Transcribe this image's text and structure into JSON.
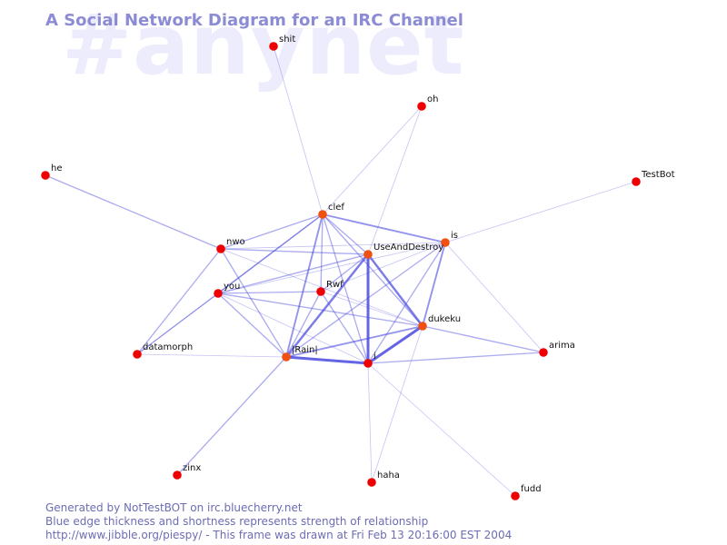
{
  "watermark": "#anynet",
  "title": "A Social Network Diagram for an IRC Channel",
  "footer": {
    "line1": "Generated by NotTestBOT on irc.bluecherry.net",
    "line2": "Blue edge thickness and shortness represents strength of relationship",
    "line3": "http://www.jibble.org/piespy/ - This frame was drawn at Fri Feb 13 20:16:00 EST 2004"
  },
  "colors": {
    "node_red": "#ee0000",
    "node_orange": "#f05010",
    "edge": "#4646e0"
  },
  "nodes": [
    {
      "id": "shit",
      "label": "shit"
    },
    {
      "id": "oh",
      "label": "oh"
    },
    {
      "id": "he",
      "label": "he"
    },
    {
      "id": "TestBot",
      "label": "TestBot"
    },
    {
      "id": "clef",
      "label": "clef"
    },
    {
      "id": "is",
      "label": "is"
    },
    {
      "id": "nwo",
      "label": "nwo"
    },
    {
      "id": "UseAndDestroy",
      "label": "UseAndDestroy"
    },
    {
      "id": "you",
      "label": "you"
    },
    {
      "id": "Rwf",
      "label": "Rwf"
    },
    {
      "id": "dukeku",
      "label": "dukeku"
    },
    {
      "id": "datamorph",
      "label": "datamorph"
    },
    {
      "id": "Rainl",
      "label": "|Rain|"
    },
    {
      "id": "i",
      "label": "i"
    },
    {
      "id": "arima",
      "label": "arima"
    },
    {
      "id": "zinx",
      "label": "zinx"
    },
    {
      "id": "haha",
      "label": "haha"
    },
    {
      "id": "fudd",
      "label": "fudd"
    }
  ],
  "edges": [
    {
      "from": "shit",
      "to": "clef",
      "strength": 1
    },
    {
      "from": "oh",
      "to": "clef",
      "strength": 1
    },
    {
      "from": "oh",
      "to": "UseAndDestroy",
      "strength": 1
    },
    {
      "from": "he",
      "to": "nwo",
      "strength": 2
    },
    {
      "from": "TestBot",
      "to": "is",
      "strength": 1
    },
    {
      "from": "clef",
      "to": "is",
      "strength": 3
    },
    {
      "from": "clef",
      "to": "nwo",
      "strength": 2
    },
    {
      "from": "clef",
      "to": "UseAndDestroy",
      "strength": 2
    },
    {
      "from": "clef",
      "to": "you",
      "strength": 2
    },
    {
      "from": "clef",
      "to": "Rwf",
      "strength": 2
    },
    {
      "from": "clef",
      "to": "dukeku",
      "strength": 2
    },
    {
      "from": "clef",
      "to": "Rainl",
      "strength": 3
    },
    {
      "from": "clef",
      "to": "i",
      "strength": 2
    },
    {
      "from": "clef",
      "to": "datamorph",
      "strength": 2
    },
    {
      "from": "is",
      "to": "nwo",
      "strength": 1
    },
    {
      "from": "is",
      "to": "you",
      "strength": 1
    },
    {
      "from": "is",
      "to": "dukeku",
      "strength": 3
    },
    {
      "from": "is",
      "to": "Rainl",
      "strength": 2
    },
    {
      "from": "is",
      "to": "i",
      "strength": 2
    },
    {
      "from": "is",
      "to": "arima",
      "strength": 1
    },
    {
      "from": "is",
      "to": "Rwf",
      "strength": 1
    },
    {
      "from": "nwo",
      "to": "UseAndDestroy",
      "strength": 2
    },
    {
      "from": "nwo",
      "to": "Rainl",
      "strength": 2
    },
    {
      "from": "nwo",
      "to": "datamorph",
      "strength": 2
    },
    {
      "from": "nwo",
      "to": "dukeku",
      "strength": 1
    },
    {
      "from": "UseAndDestroy",
      "to": "you",
      "strength": 2
    },
    {
      "from": "UseAndDestroy",
      "to": "Rwf",
      "strength": 2
    },
    {
      "from": "UseAndDestroy",
      "to": "dukeku",
      "strength": 4
    },
    {
      "from": "UseAndDestroy",
      "to": "Rainl",
      "strength": 4
    },
    {
      "from": "UseAndDestroy",
      "to": "i",
      "strength": 5
    },
    {
      "from": "you",
      "to": "Rwf",
      "strength": 2
    },
    {
      "from": "you",
      "to": "dukeku",
      "strength": 2
    },
    {
      "from": "you",
      "to": "Rainl",
      "strength": 2
    },
    {
      "from": "you",
      "to": "datamorph",
      "strength": 1
    },
    {
      "from": "you",
      "to": "i",
      "strength": 1
    },
    {
      "from": "Rwf",
      "to": "Rainl",
      "strength": 2
    },
    {
      "from": "Rwf",
      "to": "i",
      "strength": 2
    },
    {
      "from": "Rwf",
      "to": "dukeku",
      "strength": 1
    },
    {
      "from": "dukeku",
      "to": "Rainl",
      "strength": 3
    },
    {
      "from": "dukeku",
      "to": "i",
      "strength": 5
    },
    {
      "from": "dukeku",
      "to": "arima",
      "strength": 2
    },
    {
      "from": "dukeku",
      "to": "haha",
      "strength": 1
    },
    {
      "from": "Rainl",
      "to": "i",
      "strength": 5
    },
    {
      "from": "Rainl",
      "to": "datamorph",
      "strength": 1
    },
    {
      "from": "Rainl",
      "to": "zinx",
      "strength": 2
    },
    {
      "from": "i",
      "to": "arima",
      "strength": 2
    },
    {
      "from": "i",
      "to": "haha",
      "strength": 1
    },
    {
      "from": "i",
      "to": "fudd",
      "strength": 1
    }
  ]
}
